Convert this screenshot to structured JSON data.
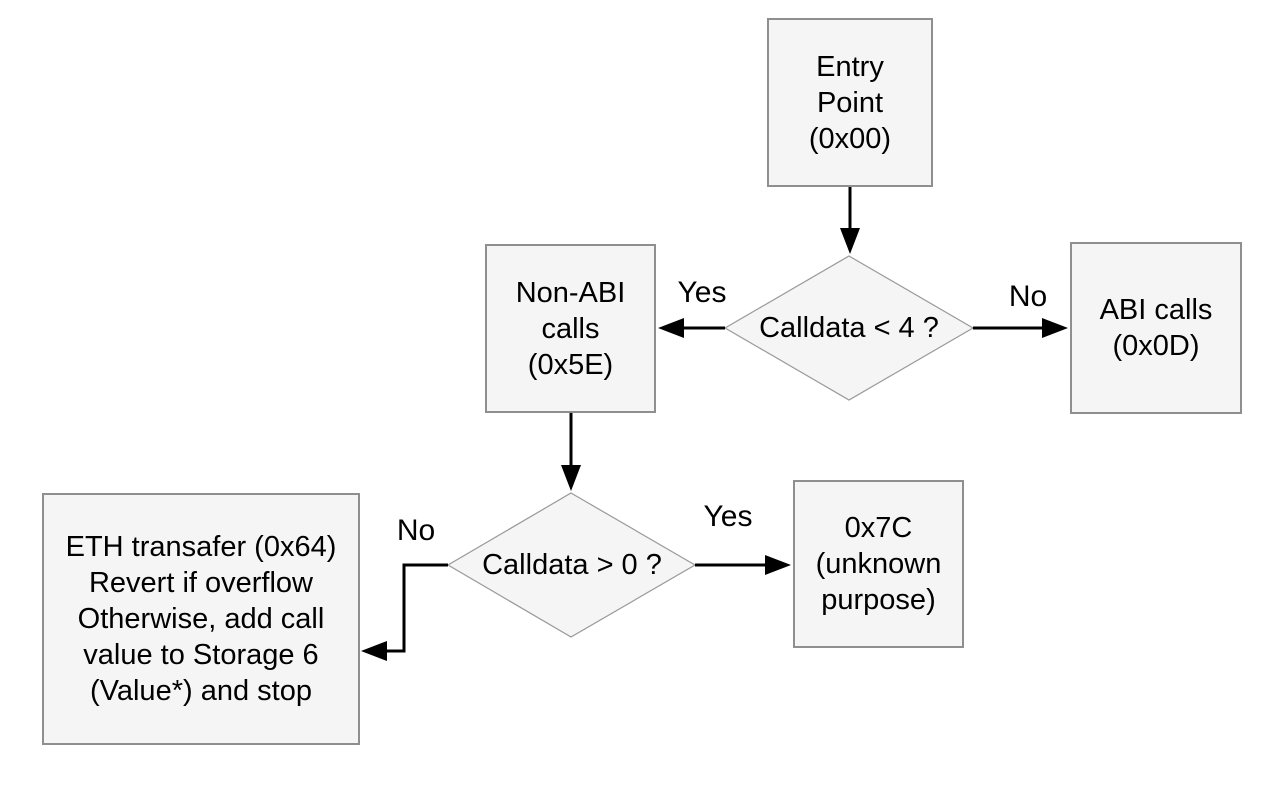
{
  "colors": {
    "background": "#ffffff",
    "node_fill": "#f5f5f5",
    "node_border": "#8f8f8f",
    "diamond_border": "#999999",
    "edge_color": "#000000",
    "text_color": "#000000"
  },
  "nodes": {
    "entry": {
      "label": "Entry\nPoint\n(0x00)"
    },
    "decision_calldata_lt_4": {
      "label": "Calldata < 4\n?"
    },
    "non_abi_calls": {
      "label": "Non-ABI\ncalls\n(0x5E)"
    },
    "abi_calls": {
      "label": "ABI calls\n(0x0D)"
    },
    "decision_calldata_gt_0": {
      "label": "Calldata > 0\n?"
    },
    "unknown_0x7c": {
      "label": "0x7C\n(unknown\npurpose)"
    },
    "eth_transfer": {
      "label": "ETH transafer (0x64)\nRevert if overflow\nOtherwise, add call\nvalue to Storage 6\n(Value*) and stop"
    }
  },
  "edge_labels": {
    "d1_yes": "Yes",
    "d1_no": "No",
    "d2_yes": "Yes",
    "d2_no": "No"
  }
}
